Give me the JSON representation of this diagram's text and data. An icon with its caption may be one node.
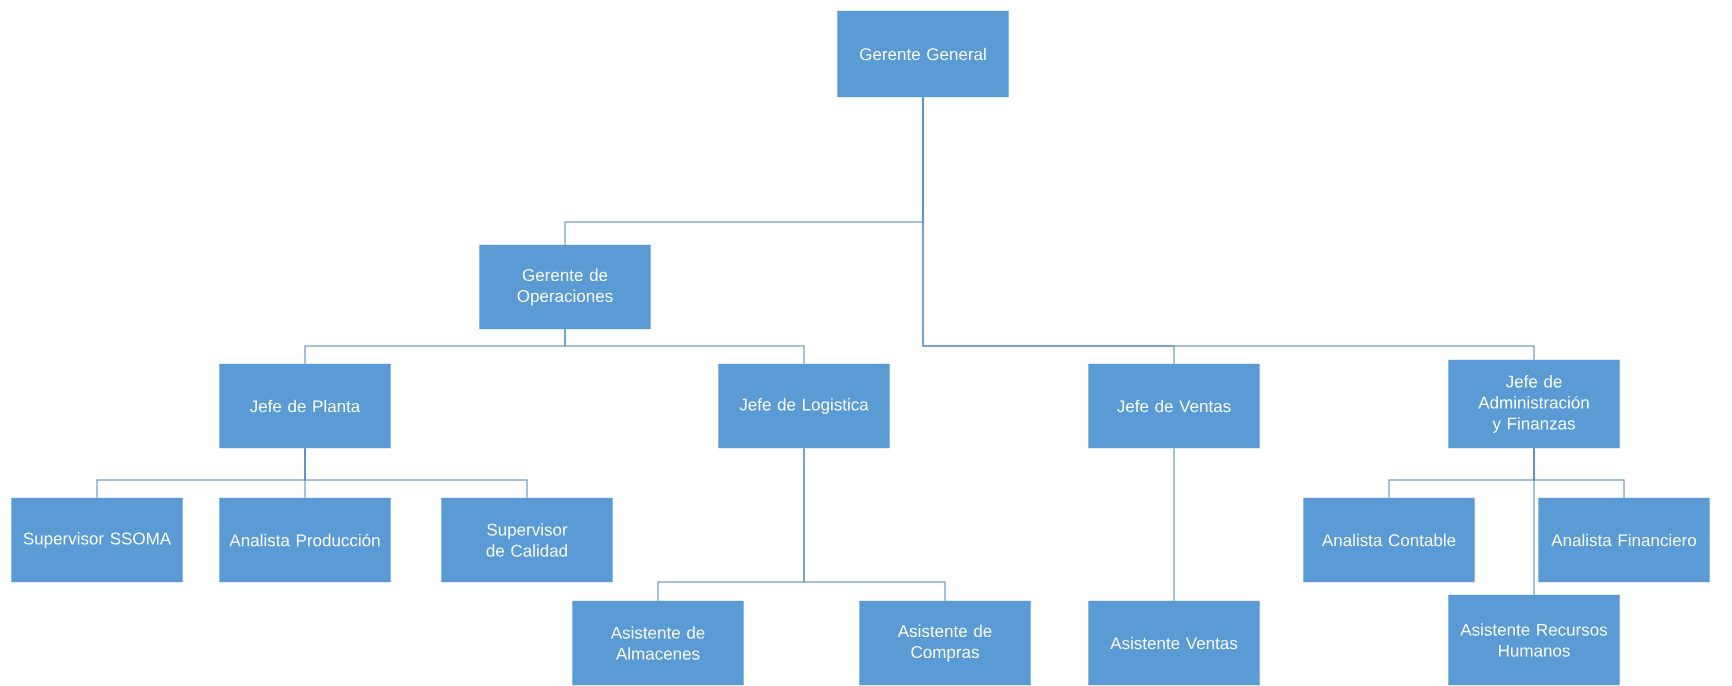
{
  "diagram": {
    "nodes": [
      {
        "text": [
          "Gerente General"
        ]
      },
      {
        "text": [
          "Gerente de Operaciones"
        ]
      },
      {
        "text": [
          "Jefe de Planta"
        ]
      },
      {
        "text": [
          "Jefe de Logistica"
        ]
      },
      {
        "text": [
          "Jefe de Ventas"
        ]
      },
      {
        "text": [
          "Jefe de Administración y Finanzas"
        ]
      },
      {
        "text": [
          "Supervisor SSOMA"
        ]
      },
      {
        "text": [
          "Analista Producción"
        ]
      },
      {
        "text": [
          "Supervisor de Calidad"
        ]
      },
      {
        "text": [
          "Asistente de Almacenes"
        ]
      },
      {
        "text": [
          "Asistente de Compras"
        ]
      },
      {
        "text": [
          "Asistente Ventas"
        ]
      },
      {
        "text": [
          "Analista Contable"
        ]
      },
      {
        "text": [
          "Asistente Recursos Humanos"
        ]
      },
      {
        "text": [
          "Analista Financiero"
        ]
      }
    ],
    "edges": [
      {
        "from": 0,
        "to": 1,
        "arrow": "none"
      },
      {
        "from": 0,
        "to": 4,
        "arrow": "none"
      },
      {
        "from": 0,
        "to": 5,
        "arrow": "none"
      },
      {
        "from": 1,
        "to": 2,
        "arrow": "none"
      },
      {
        "from": 1,
        "to": 3,
        "arrow": "none"
      },
      {
        "from": 2,
        "to": 6,
        "arrow": "none"
      },
      {
        "from": 2,
        "to": 7,
        "arrow": "none"
      },
      {
        "from": 2,
        "to": 8,
        "arrow": "none"
      },
      {
        "from": 3,
        "to": 9,
        "arrow": "none"
      },
      {
        "from": 3,
        "to": 10,
        "arrow": "none"
      },
      {
        "from": 4,
        "to": 11,
        "arrow": "none"
      },
      {
        "from": 5,
        "to": 12,
        "arrow": "none"
      },
      {
        "from": 5,
        "to": 13,
        "arrow": "none"
      },
      {
        "from": 5,
        "to": 14,
        "arrow": "none"
      }
    ]
  }
}
